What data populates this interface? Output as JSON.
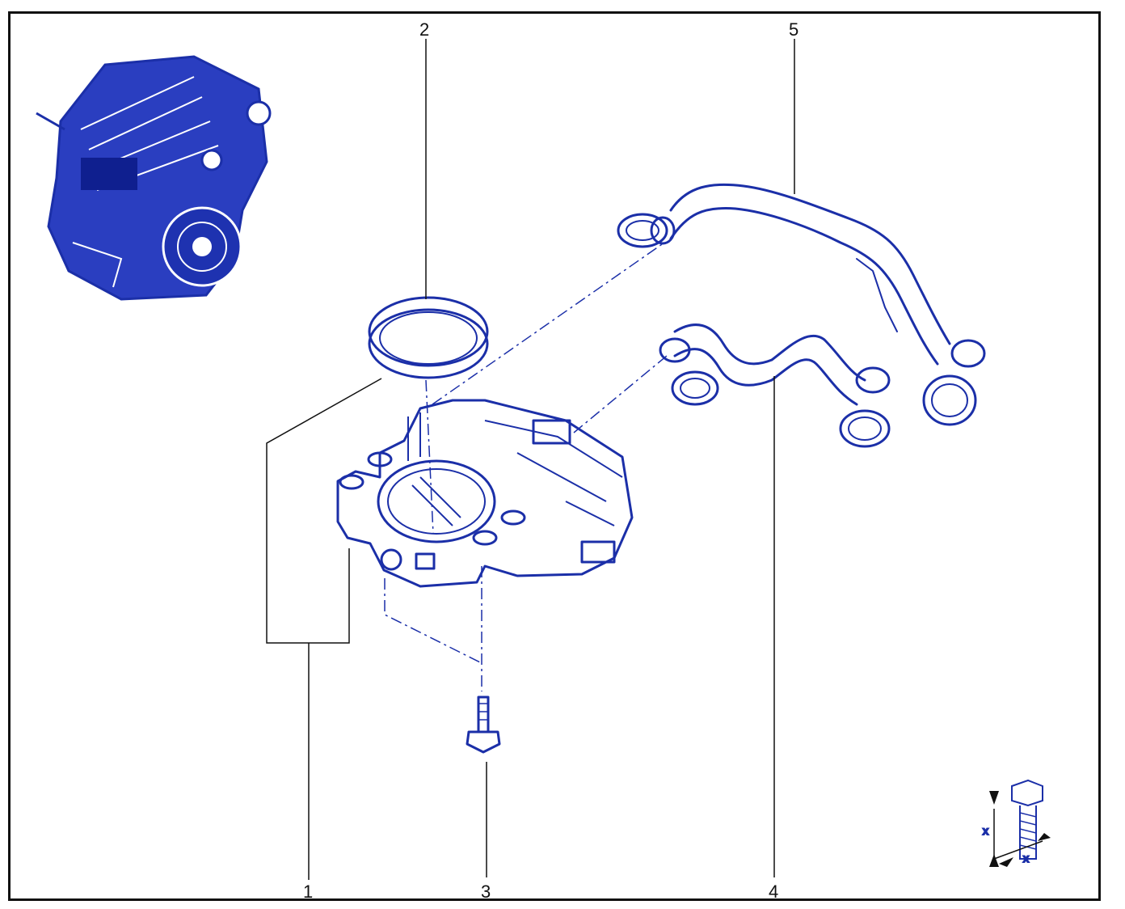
{
  "colors": {
    "frame": "#111111",
    "line_art": "#1b2fa8",
    "line_art_fill": "#2233b8",
    "leader": "#111111"
  },
  "callouts": {
    "c1": "1",
    "c2": "2",
    "c3": "3",
    "c4": "4",
    "c5": "5"
  },
  "torque_symbol": {
    "label_left": "x",
    "label_bottom": "x"
  },
  "icons": [
    "engine-icon",
    "seal-ring-icon",
    "throttle-body-icon",
    "bolt-icon",
    "hose-icon",
    "torque-bolt-icon"
  ]
}
